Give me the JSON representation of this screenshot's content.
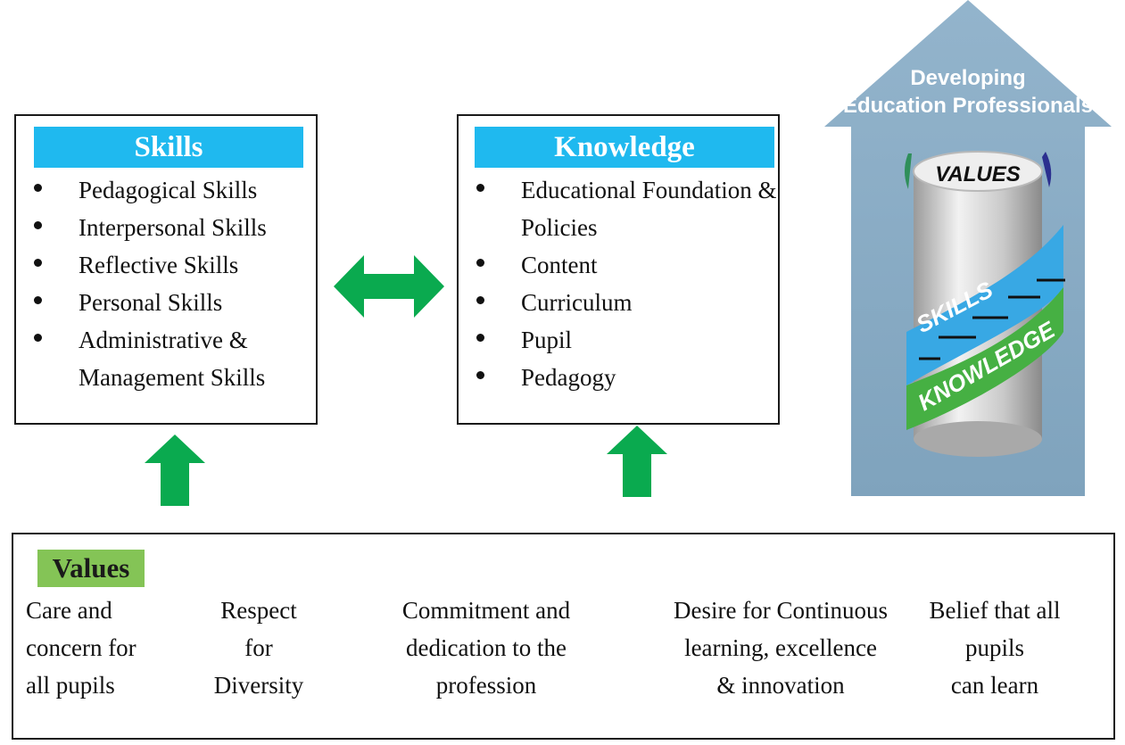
{
  "skills": {
    "title": "Skills",
    "items": [
      "Pedagogical Skills",
      "Interpersonal Skills",
      "Reflective Skills",
      "Personal Skills",
      "Administrative & Management Skills"
    ]
  },
  "knowledge": {
    "title": "Knowledge",
    "items": [
      "Educational Foundation & Policies",
      "Content",
      "Curriculum",
      "Pupil",
      "Pedagogy"
    ]
  },
  "values": {
    "title": "Values",
    "items": [
      "Care and\nconcern for\nall pupils",
      "Respect\nfor\nDiversity",
      "Commitment and\ndedication to the\nprofession",
      "Desire for Continuous\nlearning, excellence\n& innovation",
      "Belief that all\npupils\ncan learn"
    ]
  },
  "graphic": {
    "heading_line1": "Developing",
    "heading_line2": "Education Professionals",
    "cylinder_label": "VALUES",
    "band_upper": "SKILLS",
    "band_lower": "KNOWLEDGE"
  },
  "colors": {
    "title_blue": "#1fb9ef",
    "values_green": "#84c456",
    "arrow_green": "#0aaa4f",
    "big_arrow": "#8fb1c9"
  }
}
